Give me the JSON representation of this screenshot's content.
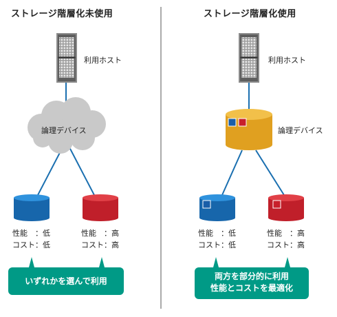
{
  "left_panel": {
    "title": "ストレージ階層化未使用",
    "host_label": "利用ホスト",
    "device_label": "論理デバイス",
    "storage_low": {
      "line1": "性能　：低",
      "line2": "コスト：低"
    },
    "storage_high": {
      "line1": "性能　：高",
      "line2": "コスト：高"
    },
    "callout": "いずれかを選んで利用"
  },
  "right_panel": {
    "title": "ストレージ階層化使用",
    "host_label": "利用ホスト",
    "device_label": "論理デバイス",
    "storage_low": {
      "line1": "性能　：低",
      "line2": "コスト：低"
    },
    "storage_high": {
      "line1": "性能　：高",
      "line2": "コスト：高"
    },
    "callout_line1": "両方を部分的に利用",
    "callout_line2": "性能とコストを最適化"
  },
  "colors": {
    "blue": "#1a7cc6",
    "red": "#d1242f",
    "gold": "#e3a21f",
    "teal": "#009a86",
    "cloud": "#c9c9c9",
    "connector": "#1a6fb0"
  }
}
